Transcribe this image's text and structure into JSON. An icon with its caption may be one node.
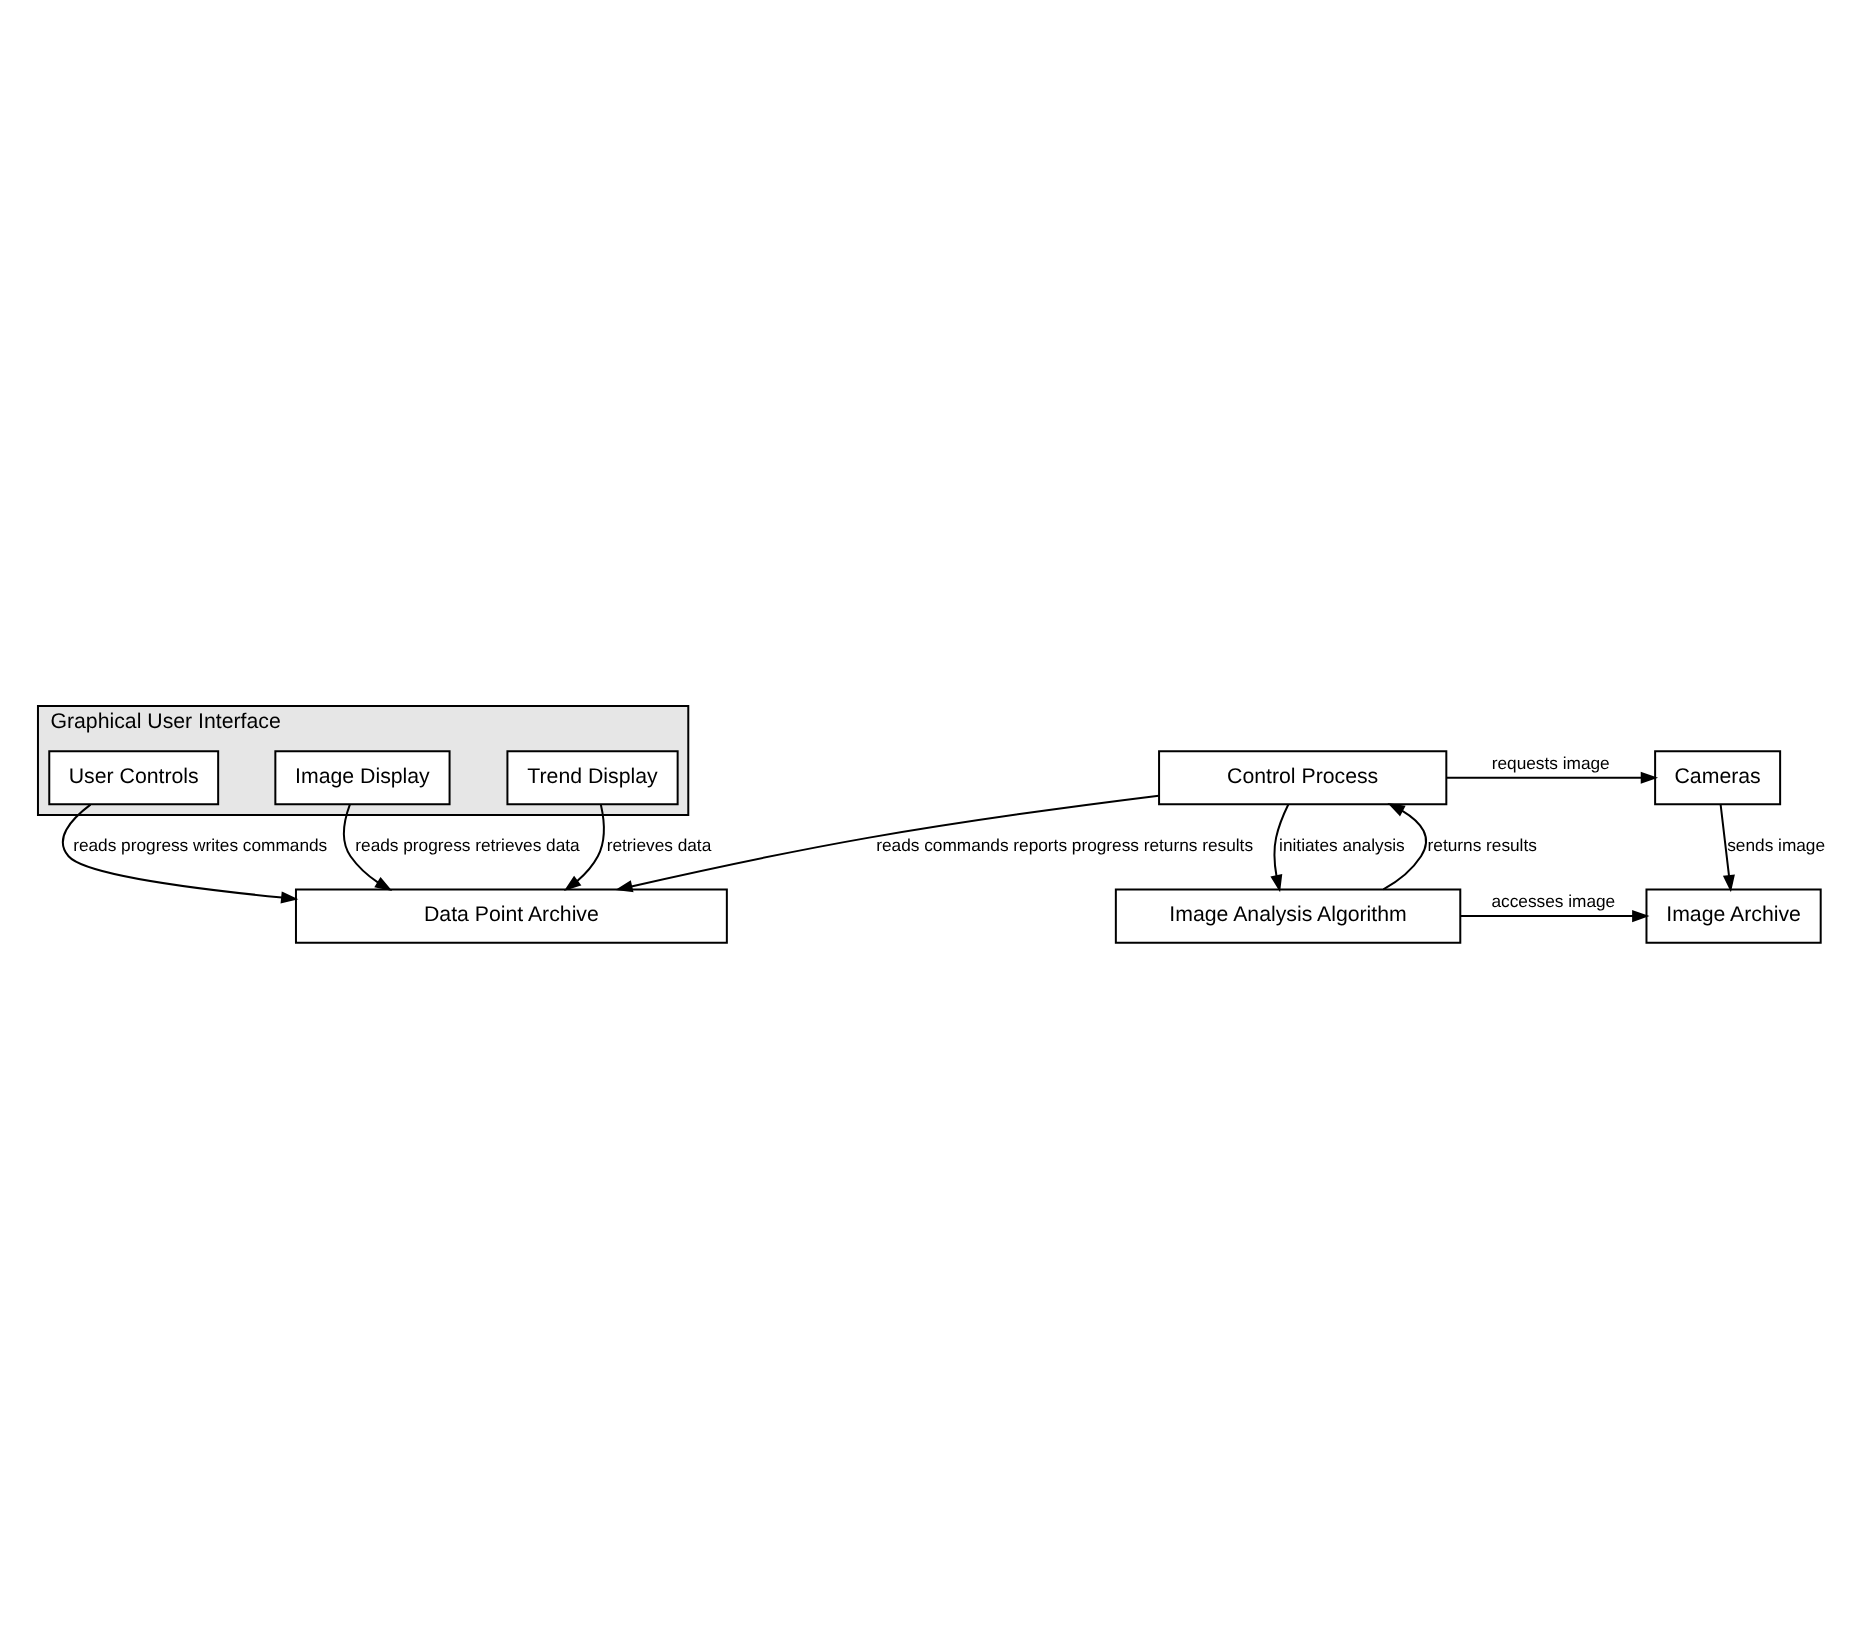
{
  "diagram": {
    "nodes": [
      {
        "text": [
          "Graphical User Interface"
        ]
      },
      {
        "text": [
          "User Controls"
        ],
        "in": 0
      },
      {
        "text": [
          "Image Display"
        ],
        "in": 0
      },
      {
        "text": [
          "Trend Display"
        ],
        "in": 0
      },
      {
        "text": [
          "Data Point Archive"
        ]
      },
      {
        "text": [
          "Control Process"
        ]
      },
      {
        "text": [
          "Cameras"
        ]
      },
      {
        "text": [
          "Image Analysis Algorithm"
        ]
      },
      {
        "text": [
          "Image Archive"
        ]
      }
    ],
    "edges": [
      {
        "from": 1,
        "to": 4,
        "arrow": "to",
        "label": "reads progress writes commands"
      },
      {
        "from": 2,
        "to": 4,
        "arrow": "to",
        "label": "reads progress retrieves data"
      },
      {
        "from": 3,
        "to": 4,
        "arrow": "to",
        "label": "retrieves data"
      },
      {
        "from": 5,
        "to": 4,
        "arrow": "to",
        "label": "reads commands reports progress returns results"
      },
      {
        "from": 5,
        "to": 6,
        "arrow": "to",
        "label": "requests image"
      },
      {
        "from": 7,
        "to": 5,
        "arrow": "to",
        "label": "returns results"
      },
      {
        "from": 5,
        "to": 7,
        "arrow": "to",
        "label": "initiates analysis"
      },
      {
        "from": 6,
        "to": 8,
        "arrow": "to",
        "label": "sends image"
      },
      {
        "from": 7,
        "to": 8,
        "arrow": "to",
        "label": "accesses image"
      }
    ]
  }
}
